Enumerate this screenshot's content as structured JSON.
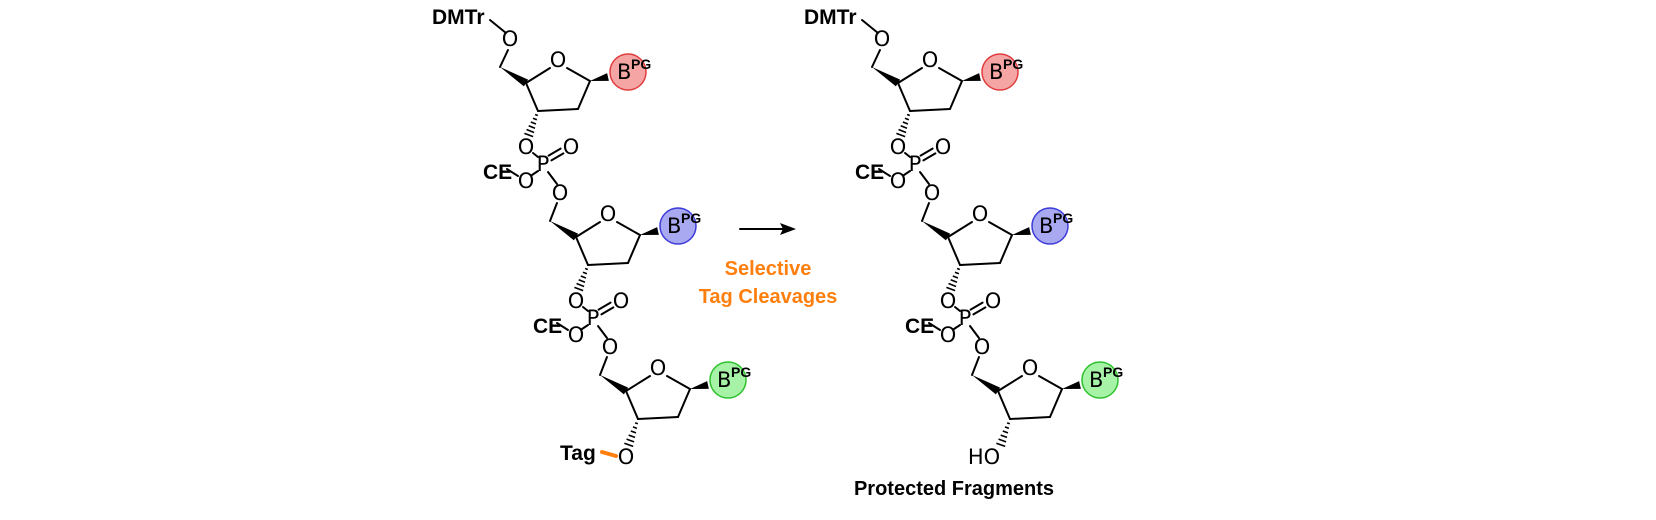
{
  "colors": {
    "base_1_fill": "#f6a5a5",
    "base_1_stroke": "#e03c3c",
    "base_2_fill": "#a9a9f2",
    "base_2_stroke": "#3c3cd8",
    "base_3_fill": "#a6f2a6",
    "base_3_stroke": "#2ec22e",
    "accent": "#ff7f0e"
  },
  "labels": {
    "dmtr": "DMTr",
    "ce": "CE",
    "tag": "Tag",
    "o": "O",
    "p": "P",
    "b": "B",
    "pg": "PG",
    "ho": "HO"
  },
  "reaction": {
    "condition_line1": "Selective",
    "condition_line2": "Tag Cleavages"
  },
  "product": {
    "caption": "Protected Fragments"
  }
}
